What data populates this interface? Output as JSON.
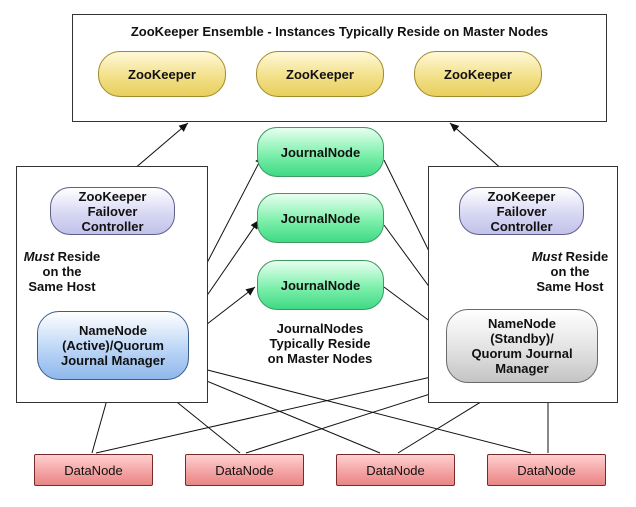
{
  "zookeeper": {
    "ensemble_title": "ZooKeeper Ensemble - Instances Typically Reside on Master Nodes",
    "nodes": [
      "ZooKeeper",
      "ZooKeeper",
      "ZooKeeper"
    ]
  },
  "journal": {
    "nodes": [
      "JournalNode",
      "JournalNode",
      "JournalNode"
    ],
    "note": "JournalNodes\nTypically Reside\non Master Nodes"
  },
  "left": {
    "controller": "ZooKeeper\nFailover\nController",
    "note_emph": "Must",
    "note_rest": " Reside\non the\nSame Host",
    "namenode": "NameNode\n(Active)/Quorum\nJournal Manager"
  },
  "right": {
    "controller": "ZooKeeper\nFailover\nController",
    "note_emph": "Must",
    "note_rest": " Reside\non the\nSame Host",
    "namenode": "NameNode\n(Standby)/\nQuorum Journal\nManager"
  },
  "datanodes": [
    "DataNode",
    "DataNode",
    "DataNode",
    "DataNode"
  ],
  "colors": {
    "zookeeper": "#f3e08a",
    "journalnode": "#7ef0ac",
    "controller": "#d8d8f4",
    "namenode_active": "#bcd6f6",
    "namenode_standby": "#e2e2e2",
    "datanode": "#f3a0a0"
  }
}
